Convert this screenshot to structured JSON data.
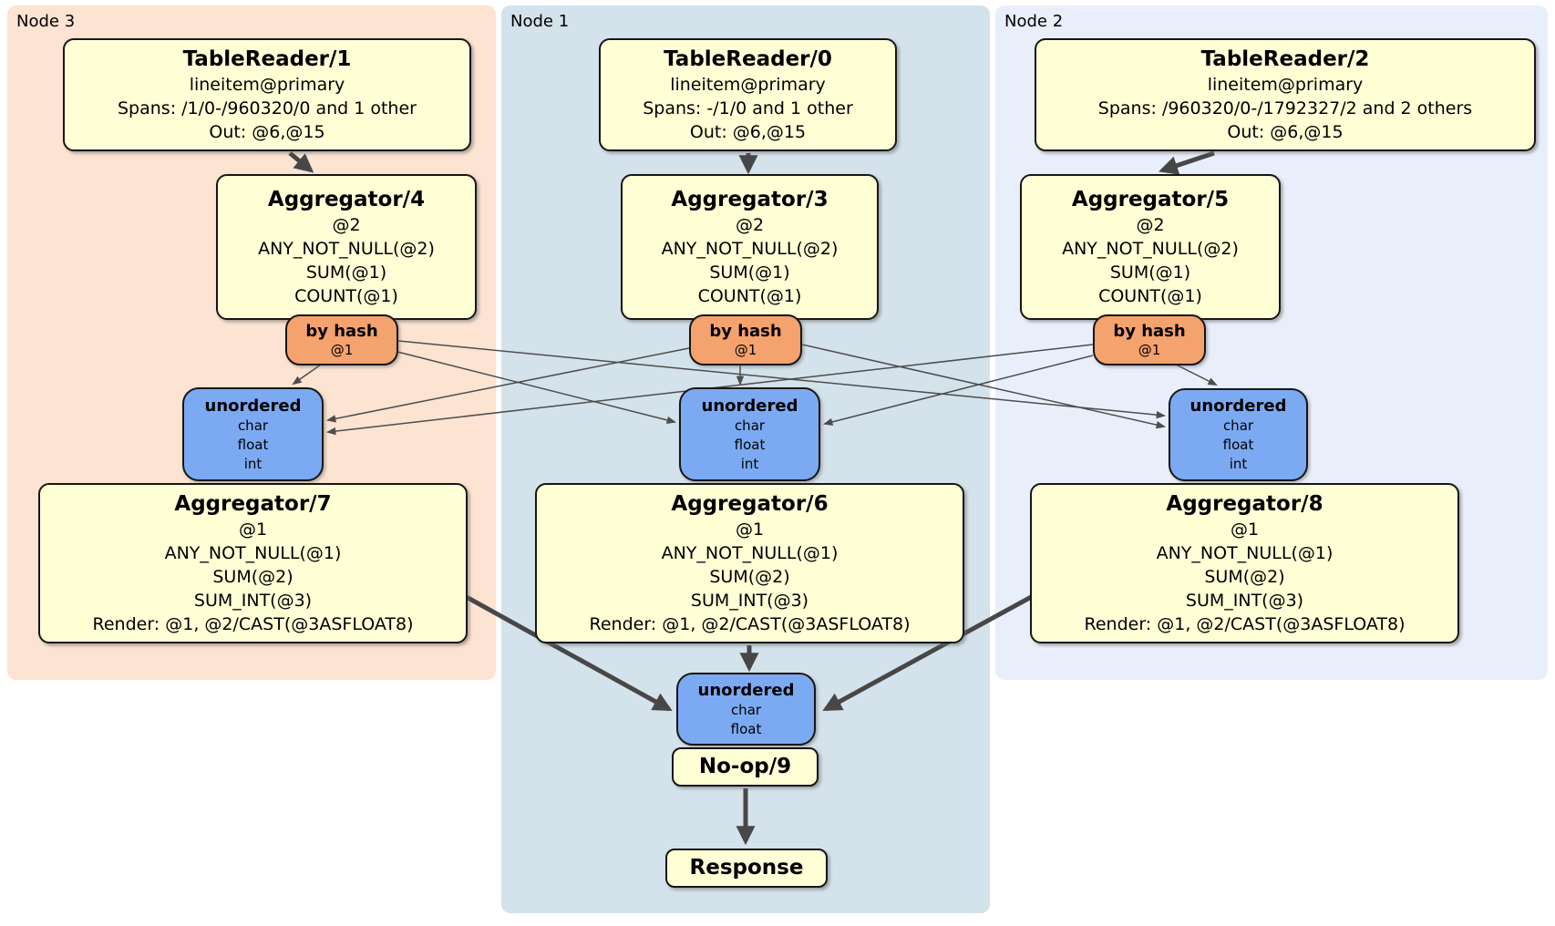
{
  "diagram": {
    "type": "distributed-query-plan",
    "colors": {
      "panel_node3": "#fce3d2",
      "panel_node1": "#d4e2eb",
      "panel_node2": "#e9effa",
      "processor_fill": "#ffffd6",
      "router_fill": "#f4a26e",
      "sync_fill": "#7caaf2",
      "edge": "#474747",
      "border": "#161616"
    }
  },
  "panels": {
    "node3": {
      "label": "Node 3"
    },
    "node1": {
      "label": "Node 1"
    },
    "node2": {
      "label": "Node 2"
    }
  },
  "boxes": {
    "tablereader1": {
      "title": "TableReader/1",
      "lines": [
        "lineitem@primary",
        "Spans: /1/0-/960320/0 and 1 other",
        "Out: @6,@15"
      ]
    },
    "tablereader0": {
      "title": "TableReader/0",
      "lines": [
        "lineitem@primary",
        "Spans: -/1/0 and 1 other",
        "Out: @6,@15"
      ]
    },
    "tablereader2": {
      "title": "TableReader/2",
      "lines": [
        "lineitem@primary",
        "Spans: /960320/0-/1792327/2 and 2 others",
        "Out: @6,@15"
      ]
    },
    "aggregator4": {
      "title": "Aggregator/4",
      "lines": [
        "@2",
        "ANY_NOT_NULL(@2)",
        "SUM(@1)",
        "COUNT(@1)"
      ]
    },
    "aggregator3": {
      "title": "Aggregator/3",
      "lines": [
        "@2",
        "ANY_NOT_NULL(@2)",
        "SUM(@1)",
        "COUNT(@1)"
      ]
    },
    "aggregator5": {
      "title": "Aggregator/5",
      "lines": [
        "@2",
        "ANY_NOT_NULL(@2)",
        "SUM(@1)",
        "COUNT(@1)"
      ]
    },
    "aggregator7": {
      "title": "Aggregator/7",
      "lines": [
        "@1",
        "ANY_NOT_NULL(@1)",
        "SUM(@2)",
        "SUM_INT(@3)",
        "Render: @1, @2/CAST(@3ASFLOAT8)"
      ]
    },
    "aggregator6": {
      "title": "Aggregator/6",
      "lines": [
        "@1",
        "ANY_NOT_NULL(@1)",
        "SUM(@2)",
        "SUM_INT(@3)",
        "Render: @1, @2/CAST(@3ASFLOAT8)"
      ]
    },
    "aggregator8": {
      "title": "Aggregator/8",
      "lines": [
        "@1",
        "ANY_NOT_NULL(@1)",
        "SUM(@2)",
        "SUM_INT(@3)",
        "Render: @1, @2/CAST(@3ASFLOAT8)"
      ]
    },
    "noop": {
      "title": "No-op/9"
    },
    "response": {
      "title": "Response"
    }
  },
  "routers": {
    "node3": {
      "title": "by hash",
      "detail": "@1"
    },
    "node1": {
      "title": "by hash",
      "detail": "@1"
    },
    "node2": {
      "title": "by hash",
      "detail": "@1"
    }
  },
  "syncs": {
    "node3": {
      "title": "unordered",
      "items": [
        "char",
        "float",
        "int"
      ]
    },
    "node1": {
      "title": "unordered",
      "items": [
        "char",
        "float",
        "int"
      ]
    },
    "node2": {
      "title": "unordered",
      "items": [
        "char",
        "float",
        "int"
      ]
    },
    "final": {
      "title": "unordered",
      "items": [
        "char",
        "float"
      ]
    }
  }
}
